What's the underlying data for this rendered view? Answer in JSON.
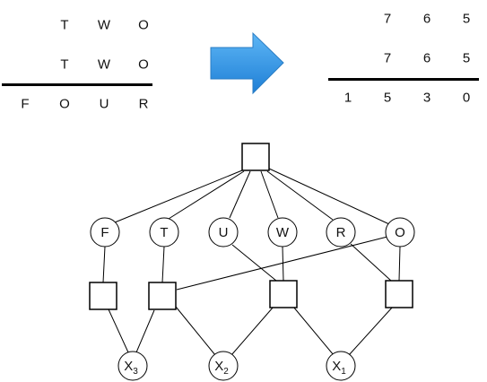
{
  "puzzle": {
    "addend1": [
      "T",
      "W",
      "O"
    ],
    "addend2": [
      "T",
      "W",
      "O"
    ],
    "sum": [
      "F",
      "O",
      "U",
      "R"
    ]
  },
  "solution": {
    "addend1": [
      "7",
      "6",
      "5"
    ],
    "addend2": [
      "7",
      "6",
      "5"
    ],
    "sum": [
      "1",
      "5",
      "3",
      "0"
    ]
  },
  "arrow": {
    "color": "#3a9ee8",
    "icon": "right-arrow-icon"
  },
  "graph": {
    "variables": [
      "F",
      "T",
      "U",
      "W",
      "R",
      "O"
    ],
    "carries": [
      {
        "letter": "X",
        "sub": "3"
      },
      {
        "letter": "X",
        "sub": "2"
      },
      {
        "letter": "X",
        "sub": "1"
      }
    ]
  }
}
